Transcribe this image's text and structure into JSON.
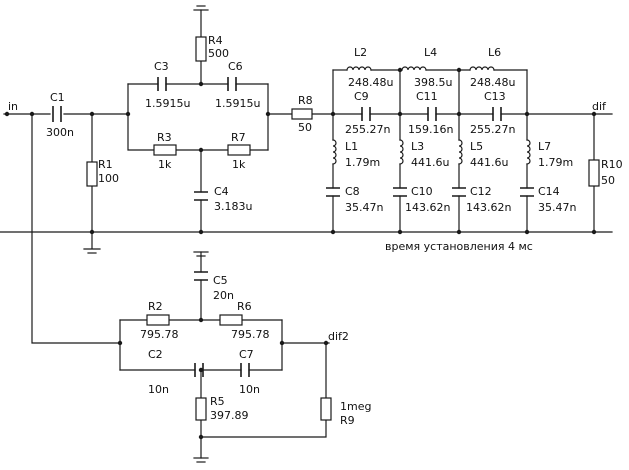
{
  "nets": {
    "in": "in",
    "dif": "dif",
    "dif2": "dif2"
  },
  "note": "время установления 4 мс",
  "components": {
    "C1": {
      "ref": "C1",
      "value": "300n"
    },
    "R1": {
      "ref": "R1",
      "value": "100"
    },
    "C3": {
      "ref": "C3",
      "value": "1.5915u"
    },
    "R4": {
      "ref": "R4",
      "value": "500"
    },
    "C6": {
      "ref": "C6",
      "value": "1.5915u"
    },
    "R3": {
      "ref": "R3",
      "value": "1k"
    },
    "R7": {
      "ref": "R7",
      "value": "1k"
    },
    "C4": {
      "ref": "C4",
      "value": "3.183u"
    },
    "R8": {
      "ref": "R8",
      "value": "50"
    },
    "L2": {
      "ref": "L2",
      "value": "248.48u"
    },
    "L4": {
      "ref": "L4",
      "value": "398.5u"
    },
    "L6": {
      "ref": "L6",
      "value": "248.48u"
    },
    "C9": {
      "ref": "C9",
      "value": "255.27n"
    },
    "C11": {
      "ref": "C11",
      "value": "159.16n"
    },
    "C13": {
      "ref": "C13",
      "value": "255.27n"
    },
    "L1": {
      "ref": "L1",
      "value": "1.79m"
    },
    "L3": {
      "ref": "L3",
      "value": "441.6u"
    },
    "L5": {
      "ref": "L5",
      "value": "441.6u"
    },
    "L7": {
      "ref": "L7",
      "value": "1.79m"
    },
    "C8": {
      "ref": "C8",
      "value": "35.47n"
    },
    "C10": {
      "ref": "C10",
      "value": "143.62n"
    },
    "C12": {
      "ref": "C12",
      "value": "143.62n"
    },
    "C14": {
      "ref": "C14",
      "value": "35.47n"
    },
    "R10": {
      "ref": "R10",
      "value": "50"
    },
    "C5": {
      "ref": "C5",
      "value": "20n"
    },
    "R2": {
      "ref": "R2",
      "value": "795.78"
    },
    "R6": {
      "ref": "R6",
      "value": "795.78"
    },
    "C2": {
      "ref": "C2",
      "value": "10n"
    },
    "C7": {
      "ref": "C7",
      "value": "10n"
    },
    "R5": {
      "ref": "R5",
      "value": "397.89"
    },
    "R9": {
      "ref": "R9",
      "value": "1meg"
    }
  }
}
